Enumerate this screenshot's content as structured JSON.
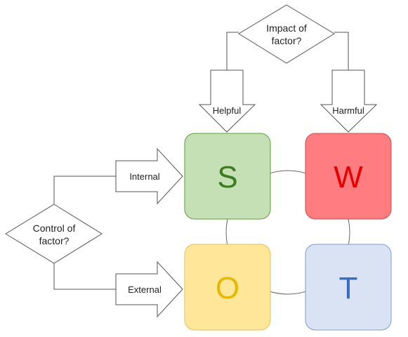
{
  "decisions": {
    "impact": {
      "line1": "Impact of",
      "line2": "factor?"
    },
    "control": {
      "line1": "Control of",
      "line2": "factor?"
    }
  },
  "arrows": {
    "helpful": "Helpful",
    "harmful": "Harmful",
    "internal": "Internal",
    "external": "External"
  },
  "quadrants": {
    "s": {
      "letter": "S",
      "fill": "#c5e0b4",
      "stroke": "#5c9e3e",
      "text_color": "#3d7a22"
    },
    "w": {
      "letter": "W",
      "fill": "#ff7c80",
      "stroke": "#c0504d",
      "text_color": "#e60000"
    },
    "o": {
      "letter": "O",
      "fill": "#ffe699",
      "stroke": "#e0c060",
      "text_color": "#e6b800"
    },
    "t": {
      "letter": "T",
      "fill": "#dae3f3",
      "stroke": "#7f9cc7",
      "text_color": "#3a6dc0"
    }
  }
}
